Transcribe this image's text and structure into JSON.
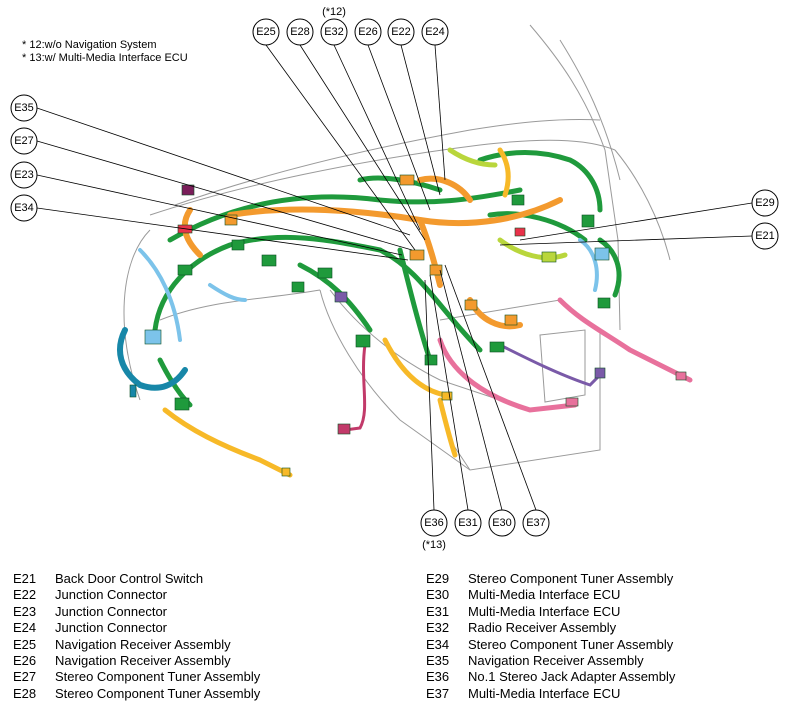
{
  "notes": [
    "* 12:w/o Navigation System",
    "* 13:w/ Multi-Media Interface ECU"
  ],
  "callouts": {
    "E25": "E25",
    "E28": "E28",
    "E32": "E32",
    "E26": "E26",
    "E22": "E22",
    "E24": "E24",
    "E35": "E35",
    "E27": "E27",
    "E23": "E23",
    "E34": "E34",
    "E29": "E29",
    "E21": "E21",
    "E36": "E36",
    "E31": "E31",
    "E30": "E30",
    "E37": "E37"
  },
  "callout_notes": {
    "E32": "(*12)",
    "E36": "(*13)"
  },
  "legend_left": [
    {
      "code": "E21",
      "name": "Back Door Control Switch"
    },
    {
      "code": "E22",
      "name": "Junction Connector"
    },
    {
      "code": "E23",
      "name": "Junction Connector"
    },
    {
      "code": "E24",
      "name": "Junction Connector"
    },
    {
      "code": "E25",
      "name": "Navigation Receiver Assembly"
    },
    {
      "code": "E26",
      "name": "Navigation Receiver Assembly"
    },
    {
      "code": "E27",
      "name": "Stereo Component Tuner Assembly"
    },
    {
      "code": "E28",
      "name": "Stereo Component Tuner Assembly"
    }
  ],
  "legend_right": [
    {
      "code": "E29",
      "name": "Stereo Component Tuner Assembly"
    },
    {
      "code": "E30",
      "name": "Multi-Media Interface ECU"
    },
    {
      "code": "E31",
      "name": "Multi-Media Interface ECU"
    },
    {
      "code": "E32",
      "name": "Radio Receiver Assembly"
    },
    {
      "code": "E34",
      "name": "Stereo Component Tuner Assembly"
    },
    {
      "code": "E35",
      "name": "Navigation Receiver Assembly"
    },
    {
      "code": "E36",
      "name": "No.1 Stereo Jack Adapter Assembly"
    },
    {
      "code": "E37",
      "name": "Multi-Media Interface ECU"
    }
  ],
  "colors": {
    "green": "#1f9a3c",
    "orange": "#f39a2e",
    "blue": "#7cc3ea",
    "teal": "#1787a8",
    "yellow": "#f7b928",
    "pink": "#e8719c",
    "magenta": "#c23a6a",
    "lime": "#b9d63c",
    "purple": "#7a5aa8",
    "outline": "#9a9a9a"
  }
}
